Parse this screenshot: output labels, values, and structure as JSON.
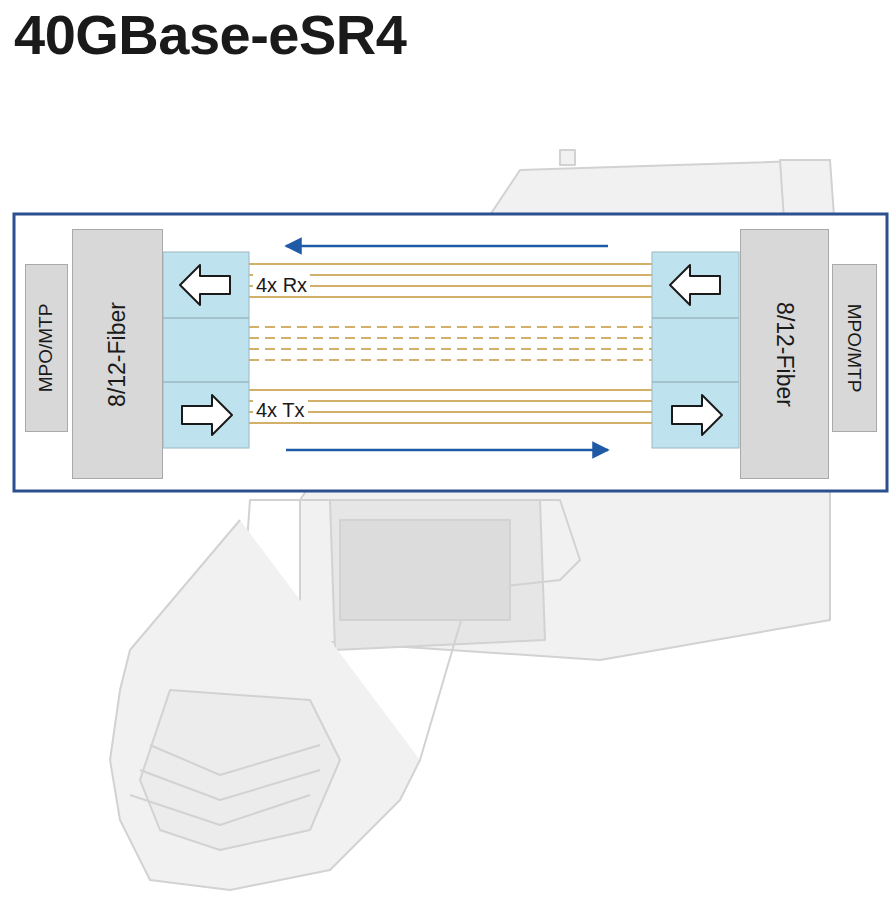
{
  "diagram": {
    "title": "40GBase-eSR4",
    "nodes": [
      {
        "text": [
          "MPO/MTP"
        ]
      },
      {
        "text": [
          "8/12-Fiber"
        ]
      },
      {
        "text": [
          "8/12-Fiber"
        ]
      },
      {
        "text": [
          "MPO/MTP"
        ]
      }
    ],
    "labels": [
      "4x Rx",
      "4x Tx"
    ]
  }
}
